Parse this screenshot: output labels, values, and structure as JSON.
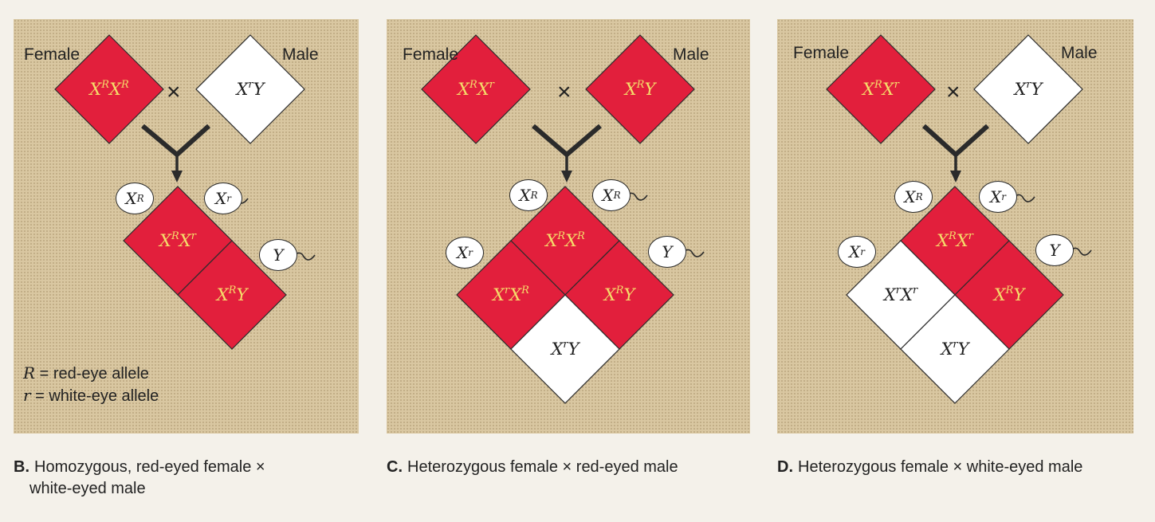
{
  "panels": {
    "b": {
      "female_label": "Female",
      "male_label": "Male",
      "cross_symbol": "×",
      "female_parent": {
        "x": "X",
        "sup1": "R",
        "x2": "X",
        "sup2": "R"
      },
      "male_parent": {
        "x": "X",
        "sup1": "r",
        "y": "Y"
      },
      "gametes": {
        "female_1": {
          "x": "X",
          "sup": "R"
        },
        "male_1": {
          "x": "X",
          "sup": "r"
        },
        "male_2": {
          "y": "Y"
        }
      },
      "offspring": {
        "c1": {
          "x": "X",
          "sup1": "R",
          "x2": "X",
          "sup2": "r"
        },
        "c2": {
          "x": "X",
          "sup1": "R",
          "y": "Y"
        }
      },
      "legend": {
        "line1_symbol": "R",
        "line1_text": " = red-eye allele",
        "line2_symbol": "r",
        "line2_text": "  = white-eye allele"
      },
      "caption_letter": "B.",
      "caption_line1": "Homozygous, red-eyed female ×",
      "caption_line2": "white-eyed male"
    },
    "c": {
      "female_label": "Female",
      "male_label": "Male",
      "cross_symbol": "×",
      "female_parent": {
        "x": "X",
        "sup1": "R",
        "x2": "X",
        "sup2": "r"
      },
      "male_parent": {
        "x": "X",
        "sup1": "R",
        "y": "Y"
      },
      "gametes": {
        "female_1": {
          "x": "X",
          "sup": "R"
        },
        "female_2": {
          "x": "X",
          "sup": "r"
        },
        "male_1": {
          "x": "X",
          "sup": "R"
        },
        "male_2": {
          "y": "Y"
        }
      },
      "offspring": {
        "top": {
          "x": "X",
          "sup1": "R",
          "x2": "X",
          "sup2": "R"
        },
        "left": {
          "x": "X",
          "sup1": "r",
          "x2": "X",
          "sup2": "R"
        },
        "right": {
          "x": "X",
          "sup1": "R",
          "y": "Y"
        },
        "bottom": {
          "x": "X",
          "sup1": "r",
          "y": "Y"
        }
      },
      "caption_letter": "C.",
      "caption_line1": "Heterozygous female × red-eyed male"
    },
    "d": {
      "female_label": "Female",
      "male_label": "Male",
      "cross_symbol": "×",
      "female_parent": {
        "x": "X",
        "sup1": "R",
        "x2": "X",
        "sup2": "r"
      },
      "male_parent": {
        "x": "X",
        "sup1": "r",
        "y": "Y"
      },
      "gametes": {
        "female_1": {
          "x": "X",
          "sup": "R"
        },
        "female_2": {
          "x": "X",
          "sup": "r"
        },
        "male_1": {
          "x": "X",
          "sup": "r"
        },
        "male_2": {
          "y": "Y"
        }
      },
      "offspring": {
        "top": {
          "x": "X",
          "sup1": "R",
          "x2": "X",
          "sup2": "r"
        },
        "left": {
          "x": "X",
          "sup1": "r",
          "x2": "X",
          "sup2": "r"
        },
        "right": {
          "x": "X",
          "sup1": "R",
          "y": "Y"
        },
        "bottom": {
          "x": "X",
          "sup1": "r",
          "y": "Y"
        }
      },
      "caption_letter": "D.",
      "caption_line1": "Heterozygous female × white-eyed male"
    }
  },
  "colors": {
    "red": "#e21f3c",
    "panel": "#d9c7a1",
    "text_on_red": "#f5dc6a"
  }
}
